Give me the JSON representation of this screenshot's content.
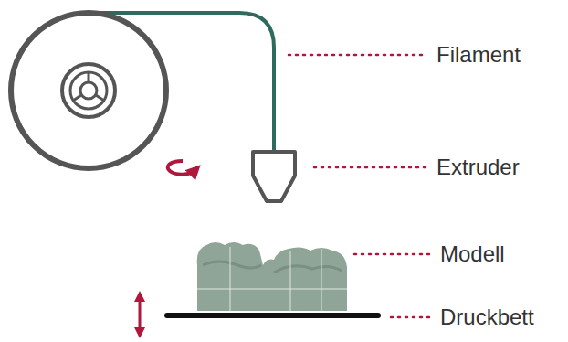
{
  "diagram": {
    "labels": [
      "Filament",
      "Extruder",
      "Modell",
      "Druckbett"
    ]
  }
}
